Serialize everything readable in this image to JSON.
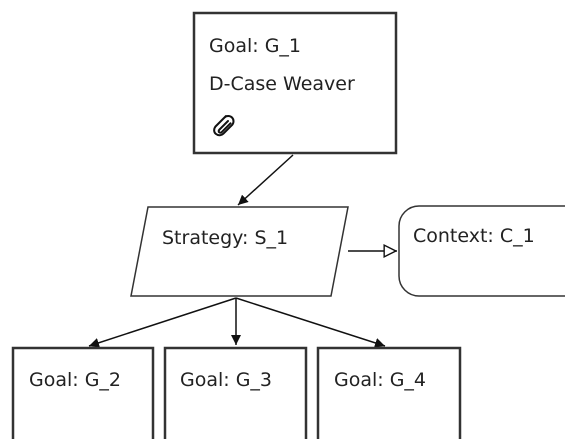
{
  "diagram": {
    "goal_g1": {
      "title": "Goal: G_1",
      "description": "D-Case Weaver",
      "attachment_icon": "paperclip-icon"
    },
    "strategy_s1": {
      "title": "Strategy: S_1"
    },
    "context_c1": {
      "title": "Context: C_1"
    },
    "goal_g2": {
      "title": "Goal: G_2"
    },
    "goal_g3": {
      "title": "Goal: G_3"
    },
    "goal_g4": {
      "title": "Goal: G_4"
    }
  },
  "colors": {
    "stroke": "#333333",
    "text": "#222222",
    "background": "#ffffff"
  }
}
